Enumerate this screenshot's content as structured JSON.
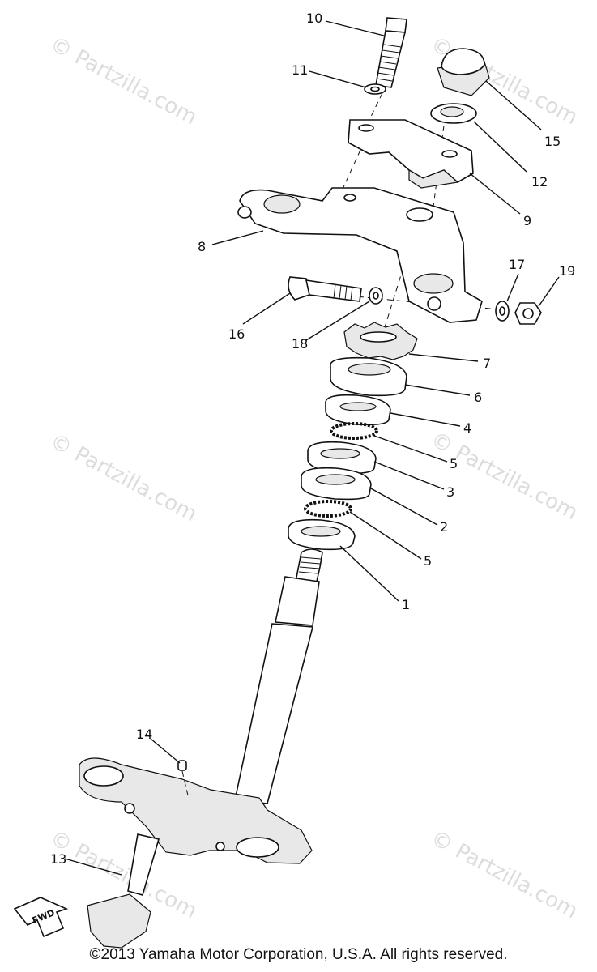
{
  "watermark": "© Partzilla.com",
  "copyright": "©2013 Yamaha Motor Corporation, U.S.A. All rights reserved.",
  "fwd_label": "FWD",
  "callouts": {
    "p1": "1",
    "p2": "2",
    "p3": "3",
    "p4": "4",
    "p5a": "5",
    "p5b": "5",
    "p6": "6",
    "p7": "7",
    "p8": "8",
    "p9": "9",
    "p10": "10",
    "p11": "11",
    "p12": "12",
    "p13": "13",
    "p14": "14",
    "p15": "15",
    "p16": "16",
    "p17": "17",
    "p18": "18",
    "p19": "19"
  }
}
